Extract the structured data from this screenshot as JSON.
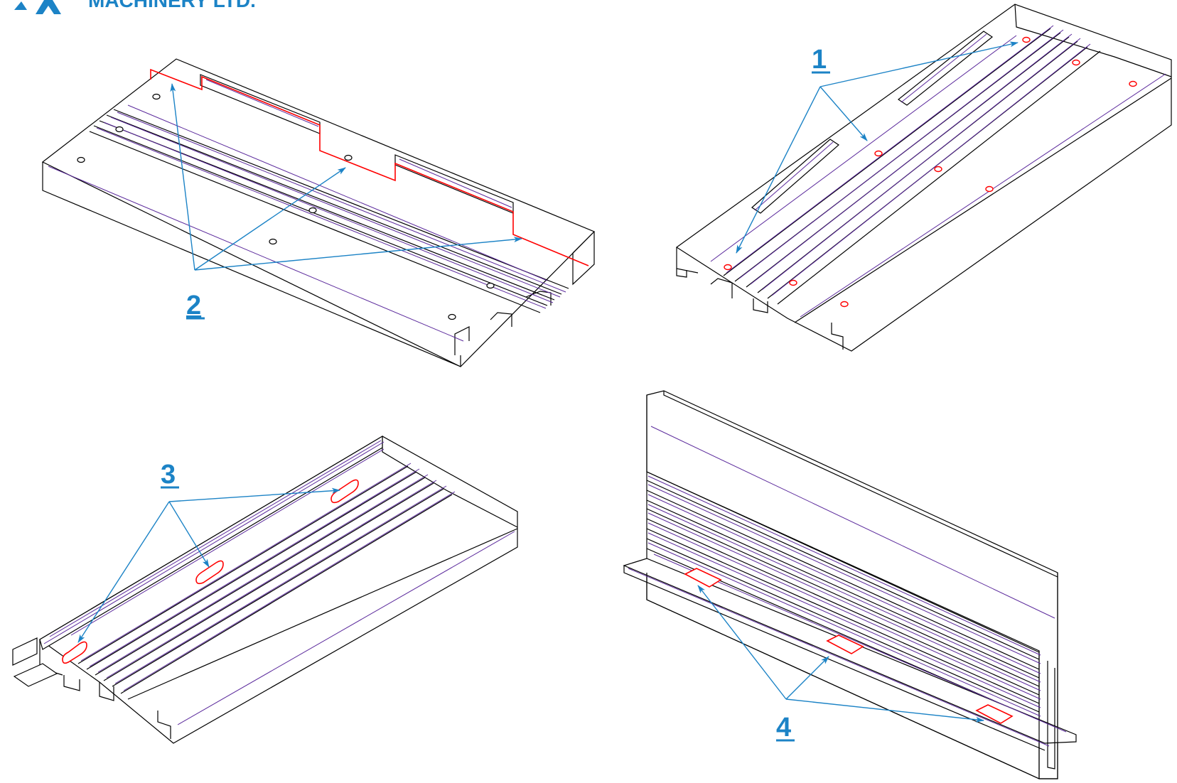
{
  "brand": {
    "name": "MACHINERY LTD.",
    "color": "#1c83c6"
  },
  "colors": {
    "outline": "#000000",
    "profile_line": "#5b2a9c",
    "highlight": "#ff0000",
    "leader": "#1c83c6"
  },
  "callouts": {
    "one": "1",
    "two": "2",
    "three": "3",
    "four": "4"
  },
  "views": [
    {
      "id": "view-top-left",
      "callout": "2",
      "highlight": "stepped-cut-edge"
    },
    {
      "id": "view-top-right",
      "callout": "1",
      "highlight": "round-holes"
    },
    {
      "id": "view-bottom-left",
      "callout": "3",
      "highlight": "slotted-holes"
    },
    {
      "id": "view-bottom-right",
      "callout": "4",
      "highlight": "rectangular-cutouts"
    }
  ]
}
